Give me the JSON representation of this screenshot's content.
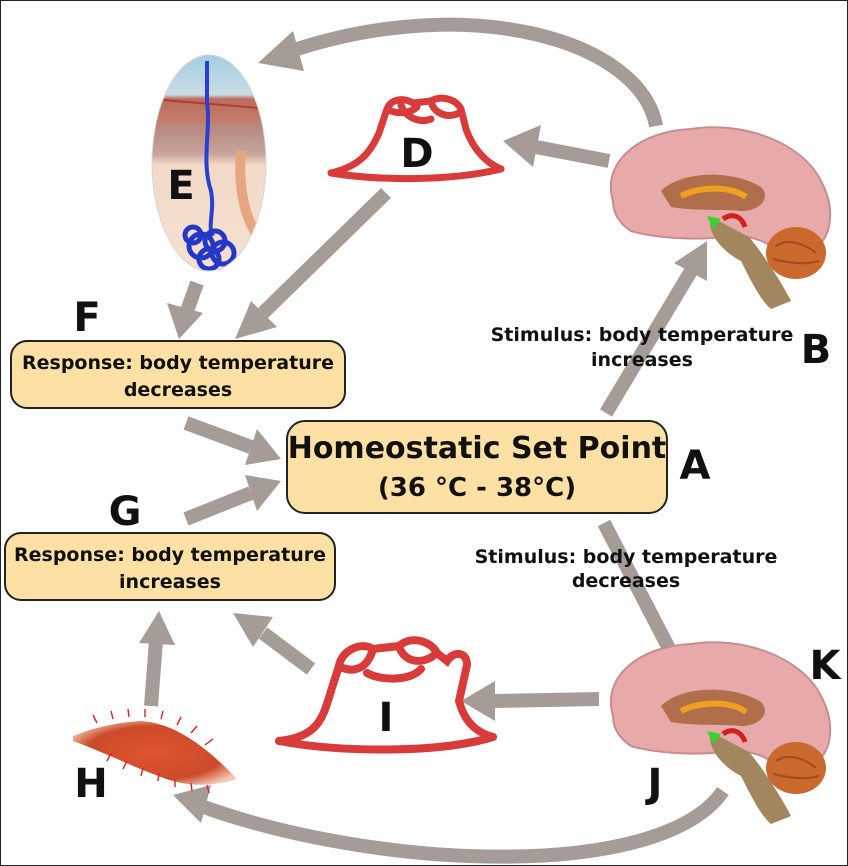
{
  "set_point": {
    "title": "Homeostatic Set Point",
    "range": "(36 °C - 38°C)",
    "letter": "A"
  },
  "stimulus_increase": {
    "line1": "Stimulus: body temperature",
    "line2": "increases",
    "letter": "B"
  },
  "stimulus_decrease": {
    "line1": "Stimulus: body temperature",
    "line2": "decreases"
  },
  "response_decrease": {
    "line1": "Response: body temperature",
    "line2": "decreases",
    "letter": "F"
  },
  "response_increase": {
    "line1": "Response: body temperature",
    "line2": "increases",
    "letter": "G"
  },
  "labels": {
    "D": "D",
    "E": "E",
    "H": "H",
    "I": "I",
    "J": "J",
    "K": "K"
  },
  "colors": {
    "box_fill": "#fde0a3",
    "arrow": "#a59c98",
    "vessel": "#d93a3a",
    "brain": "#e8a9ab"
  }
}
